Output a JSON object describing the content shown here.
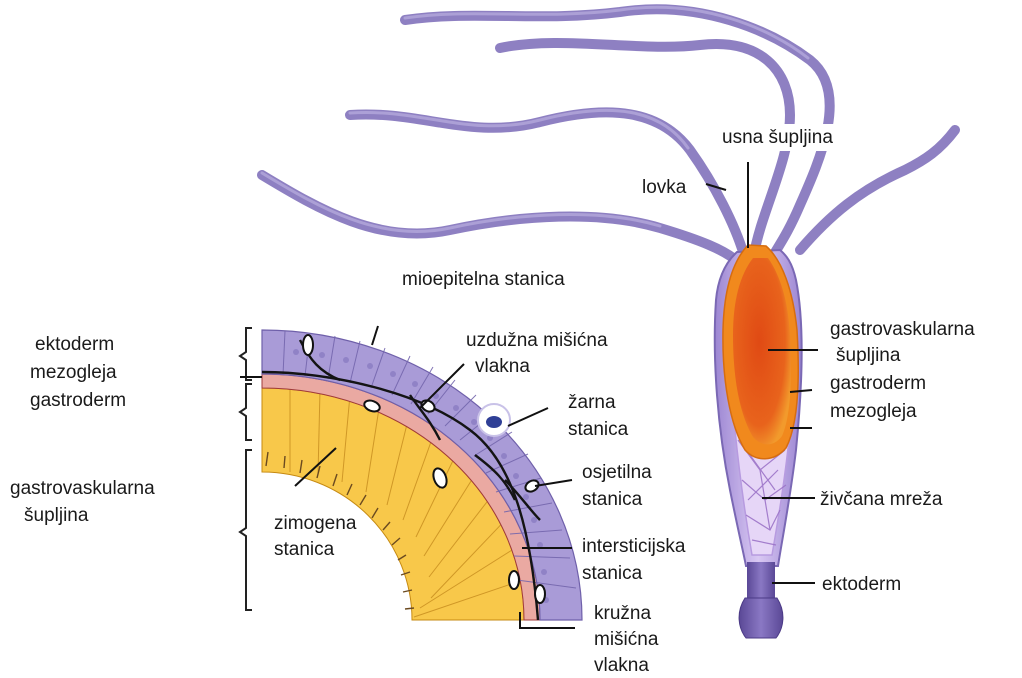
{
  "labels": {
    "oral_cavity": "usna šupljina",
    "tentacle": "lovka",
    "myoepithelial_cell": "mioepitelna stanica",
    "ectoderm_left": "ektoderm",
    "mesoglea_left": "mezogleja",
    "gastroderm_left": "gastroderm",
    "gastrovascular_left_1": "gastrovaskularna",
    "gastrovascular_left_2": "šupljina",
    "longitudinal_fiber_1": "uzdužna mišićna",
    "longitudinal_fiber_2": "vlakna",
    "cnidocyte_1": "žarna",
    "cnidocyte_2": "stanica",
    "sensory_1": "osjetilna",
    "sensory_2": "stanica",
    "zymogen_1": "zimogena",
    "zymogen_2": "stanica",
    "interstitial_1": "intersticijska",
    "interstitial_2": "stanica",
    "circular_1": "kružna",
    "circular_2": "mišićna",
    "circular_3": "vlakna",
    "gastrovascular_right_1": "gastrovaskularna",
    "gastrovascular_right_2": "šupljina",
    "gastroderm_right": "gastroderm",
    "mesoglea_right": "mezogleja",
    "nerve_net": "živčana mreža",
    "ectoderm_right": "ektoderm"
  },
  "colors": {
    "tentacle": "#8d7fbf",
    "body_outer": "#b49be0",
    "body_inner": "#d8c6f2",
    "gastroderm_orange": "#f08a1e",
    "cavity": "#e0571a",
    "ectoderm_cells": "#a89ad6",
    "gastroderm_cells": "#f8c648",
    "mesoglea": "#e7a7a0",
    "foot": "#6b5aa8",
    "nerve": "#1b1b1b"
  }
}
